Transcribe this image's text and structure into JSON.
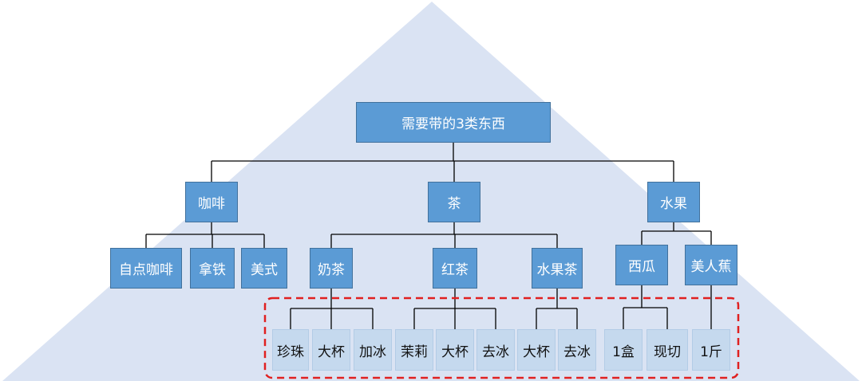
{
  "colors": {
    "pyramid": "#dae3f3",
    "node_fill": "#5b9bd5",
    "leaf_fill": "#c5d9ee",
    "connector": "#000000",
    "highlight_border": "#e02020"
  },
  "root": {
    "label": "需要带的3类东西"
  },
  "categories": {
    "coffee": {
      "label": "咖啡",
      "items": [
        "自点咖啡",
        "拿铁",
        "美式"
      ]
    },
    "tea": {
      "label": "茶",
      "items": {
        "milk_tea": {
          "label": "奶茶",
          "options": [
            "珍珠",
            "大杯",
            "加冰"
          ]
        },
        "black_tea": {
          "label": "红茶",
          "options": [
            "茉莉",
            "大杯",
            "去冰"
          ]
        },
        "fruit_tea": {
          "label": "水果茶",
          "options": [
            "大杯",
            "去冰"
          ]
        }
      }
    },
    "fruit": {
      "label": "水果",
      "items": {
        "watermelon": {
          "label": "西瓜",
          "options": [
            "1盒",
            "现切"
          ]
        },
        "banana": {
          "label": "美人蕉",
          "options": [
            "1斤"
          ]
        }
      }
    }
  }
}
